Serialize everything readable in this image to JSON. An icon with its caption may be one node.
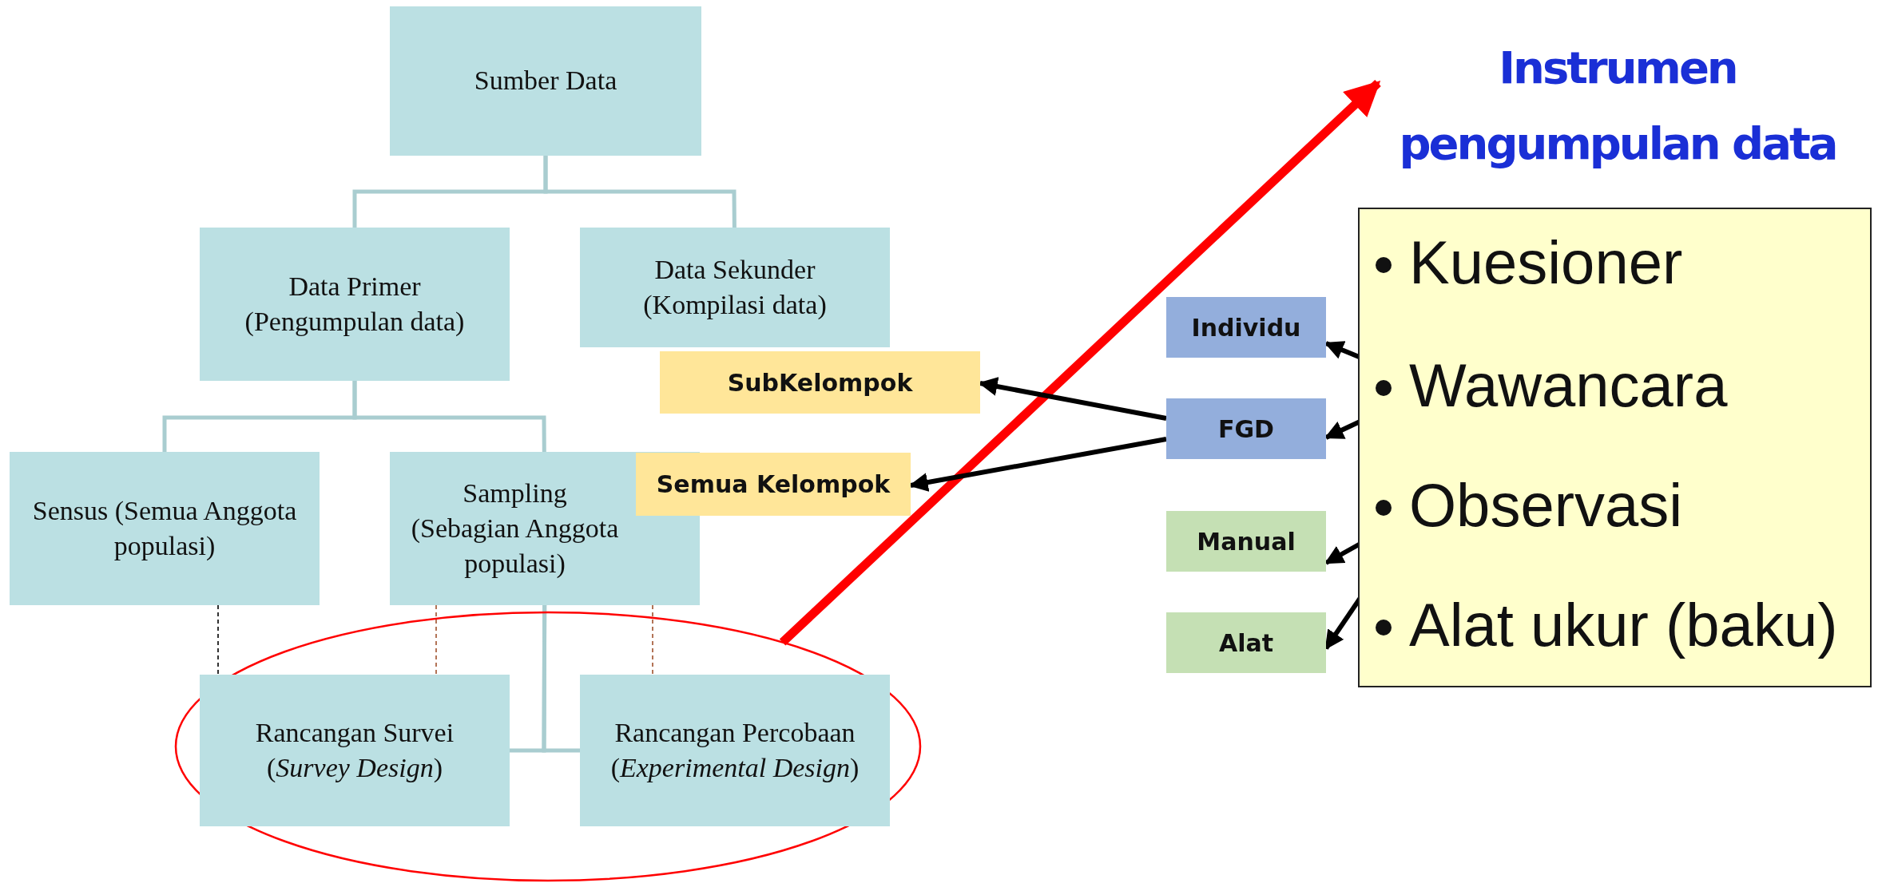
{
  "diagram": {
    "nodes": [
      {
        "text": [
          "Sumber Data"
        ]
      },
      {
        "text": [
          "Data Primer (Pengumpulan data)"
        ]
      },
      {
        "text": [
          "Data Sekunder (Kompilasi data)"
        ]
      },
      {
        "text": [
          "Sensus (Semua Anggota populasi)"
        ]
      },
      {
        "text": [
          "Sampling (Sebagian Anggota populasi)"
        ]
      },
      {
        "text": [
          "Rancangan Survei (*Survey Design*)"
        ],
        "in": 7
      },
      {
        "text": [
          "Rancangan Percobaan (*Experimental Design*)"
        ],
        "in": 7
      },
      {
        "text": [],
        "shape": "ellipse"
      },
      {
        "text": [
          "Instrumen pengumpulan data"
        ]
      },
      {
        "text": [],
        "shape": "box"
      },
      {
        "text": [
          "Kuesioner"
        ],
        "in": 9
      },
      {
        "text": [
          "Wawancara"
        ],
        "in": 9
      },
      {
        "text": [
          "Observasi"
        ],
        "in": 9
      },
      {
        "text": [
          "Alat ukur (baku)"
        ],
        "in": 9
      },
      {
        "text": [
          "Individu"
        ]
      },
      {
        "text": [
          "FGD"
        ]
      },
      {
        "text": [
          "SubKelompok"
        ]
      },
      {
        "text": [
          "Semua Kelompok"
        ]
      },
      {
        "text": [
          "Manual"
        ]
      },
      {
        "text": [
          "Alat"
        ]
      }
    ],
    "edges": [
      {
        "from": 0,
        "to": 1,
        "arrow": "none",
        "color": "#a9cdd0"
      },
      {
        "from": 0,
        "to": 2,
        "arrow": "none",
        "color": "#a9cdd0"
      },
      {
        "from": 1,
        "to": 3,
        "arrow": "none",
        "color": "#a9cdd0"
      },
      {
        "from": 1,
        "to": 4,
        "arrow": "none",
        "color": "#a9cdd0"
      },
      {
        "from": 4,
        "to": 5,
        "arrow": "none",
        "color": "#a9cdd0"
      },
      {
        "from": 4,
        "to": 6,
        "arrow": "none",
        "color": "#a9cdd0"
      },
      {
        "from": 3,
        "to": 5,
        "arrow": "none",
        "style": "dashed"
      },
      {
        "from": 4,
        "to": 5,
        "arrow": "none",
        "style": "dashed",
        "color": "#a0522d"
      },
      {
        "from": 4,
        "to": 6,
        "arrow": "none",
        "style": "dashed",
        "color": "#a0522d"
      },
      {
        "from": 7,
        "to": 8,
        "arrow": "to",
        "style": "thick",
        "color": "#ff0000"
      },
      {
        "from": 11,
        "to": 14,
        "arrow": "to"
      },
      {
        "from": 11,
        "to": 15,
        "arrow": "to"
      },
      {
        "from": 15,
        "to": 16,
        "arrow": "to"
      },
      {
        "from": 15,
        "to": 17,
        "arrow": "to"
      },
      {
        "from": 12,
        "to": 18,
        "arrow": "to"
      },
      {
        "from": 12,
        "to": 19,
        "arrow": "to"
      }
    ]
  }
}
